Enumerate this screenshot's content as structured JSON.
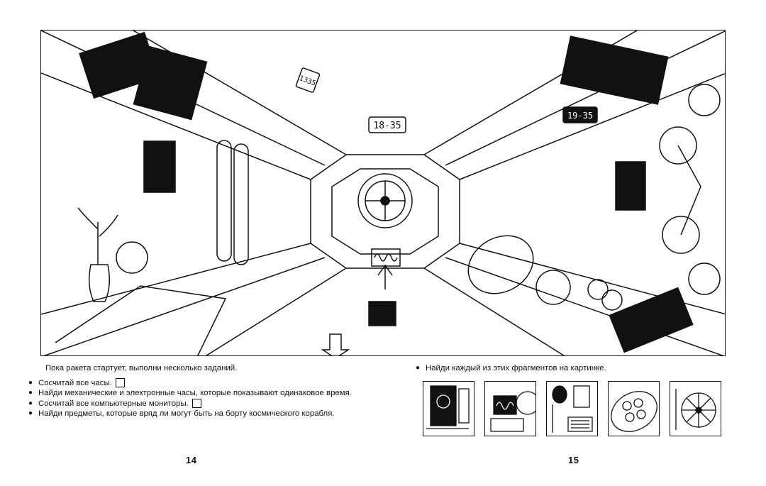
{
  "illustration": {
    "clock_left": "1335",
    "clock_center": "18-35",
    "clock_right": "19-35"
  },
  "left_page": {
    "intro": "Пока ракета стартует, выполни несколько заданий.",
    "tasks": [
      "Сосчитай все часы.",
      "Найди механические и электронные часы, которые показывают одинаковое время.",
      "Сосчитай все компьютерные мониторы.",
      "Найди предметы, которые вряд ли могут быть на борту космического корабля."
    ],
    "page_number": "14"
  },
  "right_page": {
    "task": "Найди каждый из этих фрагментов на картинке.",
    "fragments": [
      "astronaut-monitor",
      "oscilloscope-monitor",
      "spacesuit-keyboard",
      "round-gauge-panel",
      "bicycle-wheel"
    ],
    "page_number": "15"
  }
}
